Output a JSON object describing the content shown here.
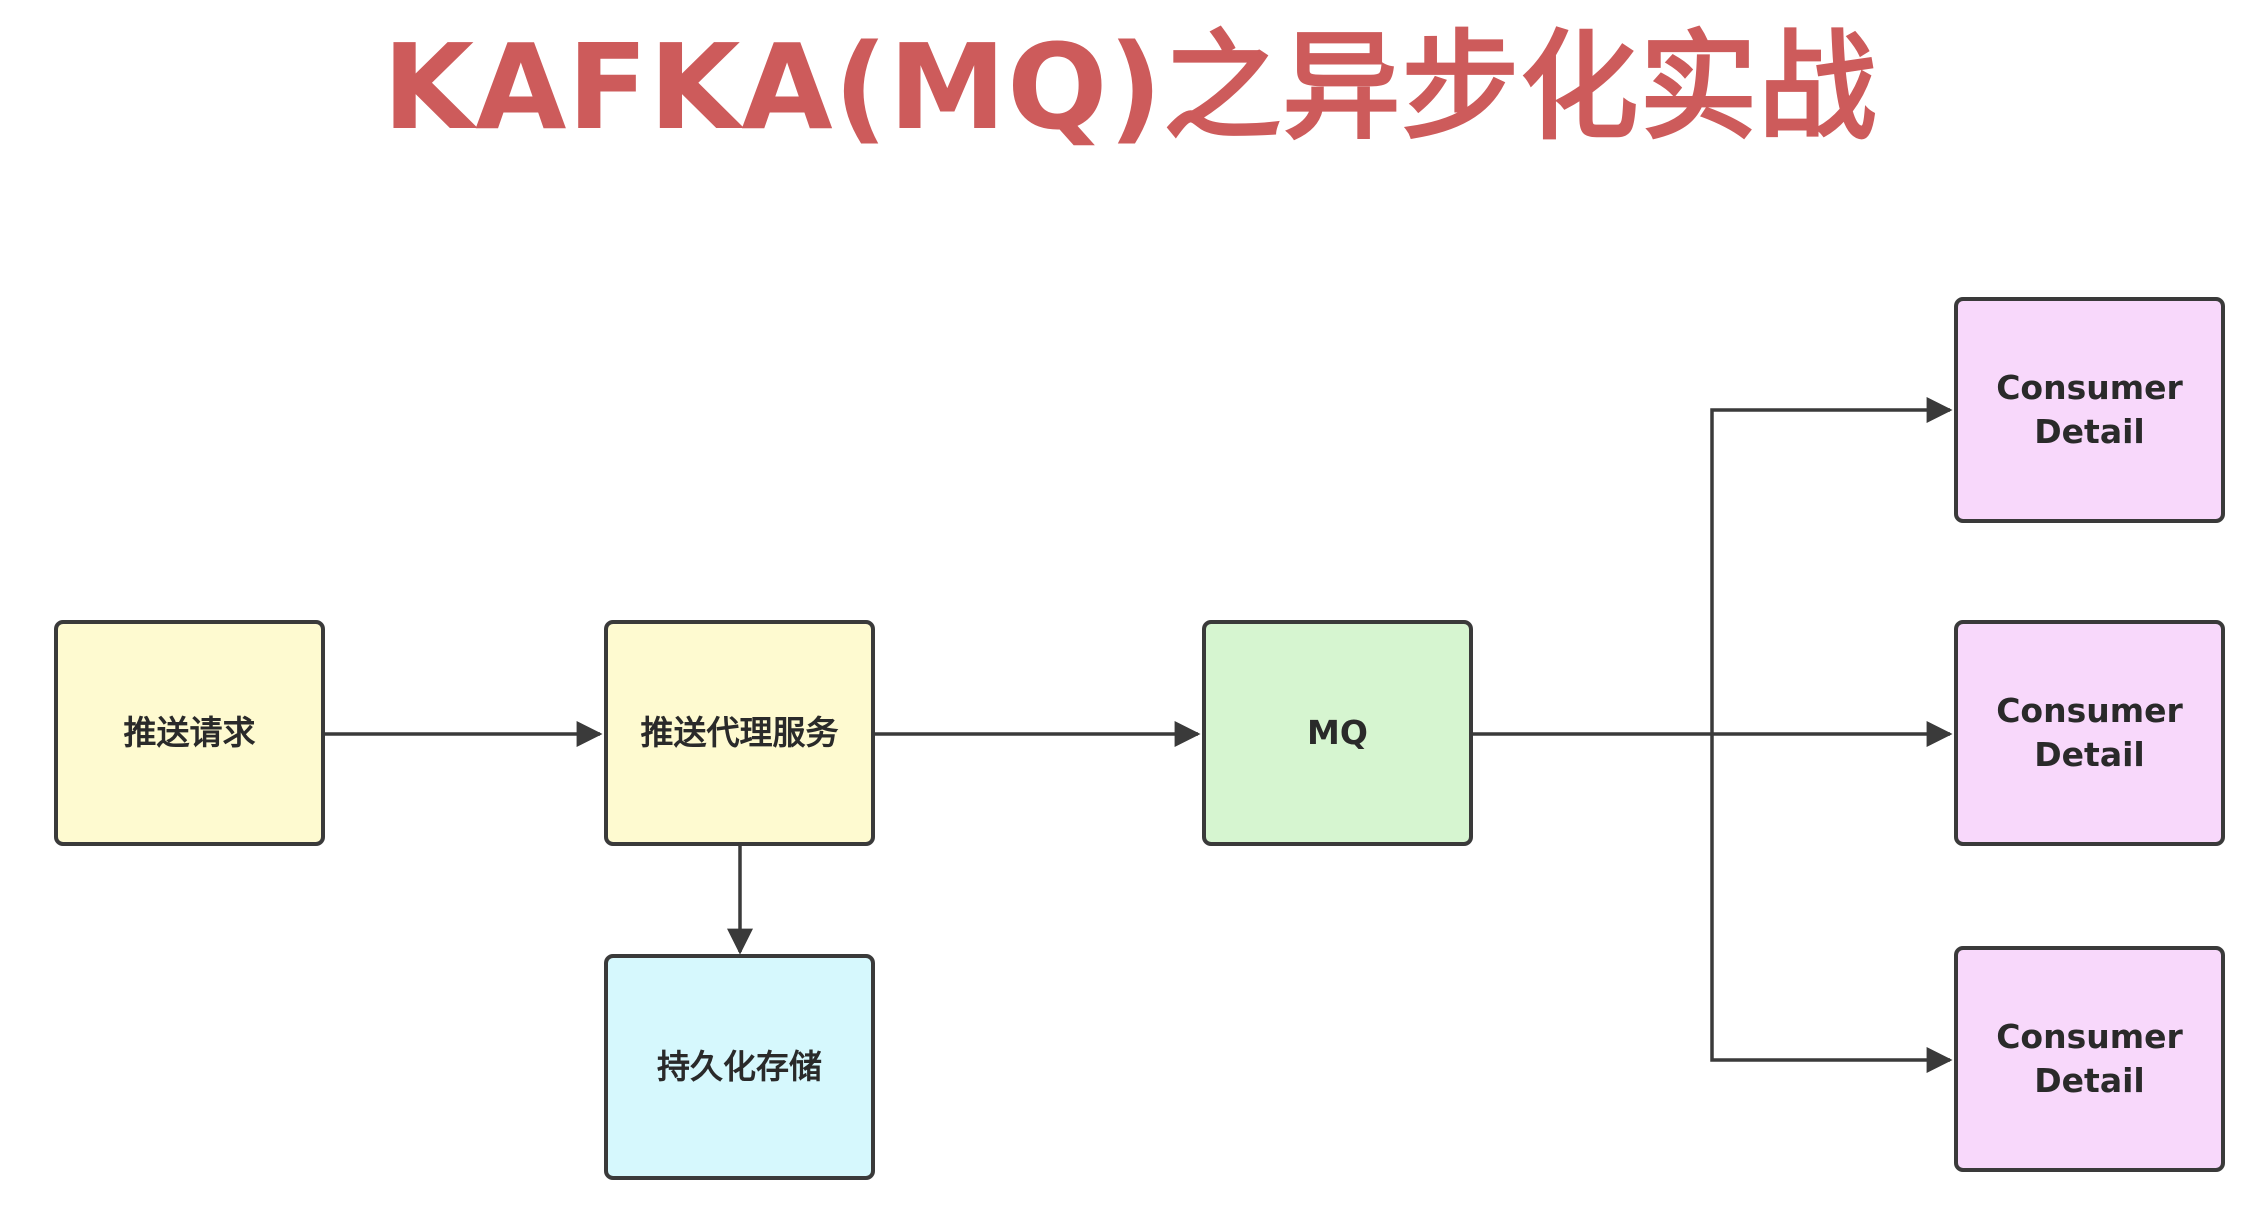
{
  "title": "KAFKA(MQ)之异步化实战",
  "nodes": {
    "push_request": "推送请求",
    "push_proxy": "推送代理服务",
    "persistent_storage": "持久化存储",
    "mq": "MQ",
    "consumer_1": "Consumer\nDetail",
    "consumer_2": "Consumer\nDetail",
    "consumer_3": "Consumer\nDetail"
  },
  "colors": {
    "title": "#cd5b5b",
    "request_fill": "#fefad0",
    "mq_fill": "#d6f5d0",
    "storage_fill": "#d6f8fd",
    "consumer_fill": "#f8d8fb",
    "stroke": "#3a3a3a"
  }
}
